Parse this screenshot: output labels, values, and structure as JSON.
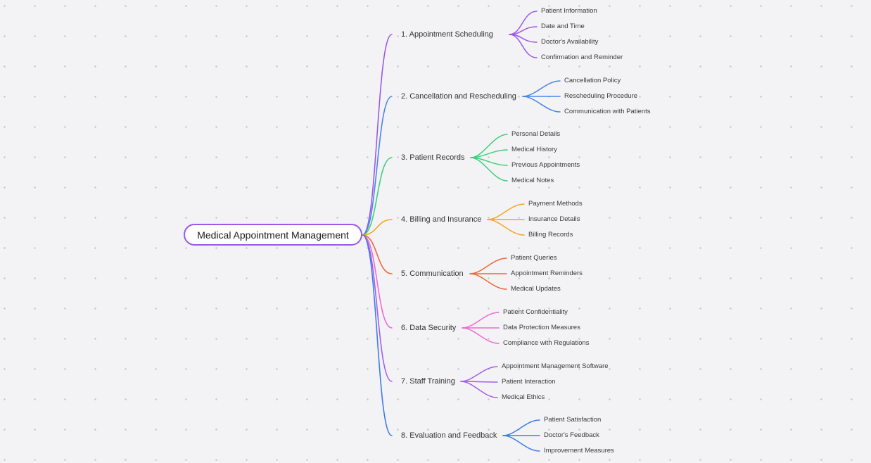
{
  "mindmap": {
    "root": "Medical Appointment Management",
    "branches": [
      {
        "label": "1. Appointment Scheduling",
        "color": "#9b59e6",
        "children": [
          "Patient Information",
          "Date and Time",
          "Doctor's Availability",
          "Confirmation and Reminder"
        ]
      },
      {
        "label": "2. Cancellation and Rescheduling",
        "color": "#4a86e8",
        "children": [
          "Cancellation Policy",
          "Rescheduling Procedure",
          "Communication with Patients"
        ]
      },
      {
        "label": "3. Patient Records",
        "color": "#3ecf78",
        "children": [
          "Personal Details",
          "Medical History",
          "Previous Appointments",
          "Medical Notes"
        ]
      },
      {
        "label": "4. Billing and Insurance",
        "color": "#f5a623",
        "children": [
          "Payment Methods",
          "Insurance Details",
          "Billing Records"
        ]
      },
      {
        "label": "5. Communication",
        "color": "#f2653a",
        "children": [
          "Patient Queries",
          "Appointment Reminders",
          "Medical Updates"
        ]
      },
      {
        "label": "6. Data Security",
        "color": "#f06ad2",
        "children": [
          "Patient Confidentiality",
          "Data Protection Measures",
          "Compliance with Regulations"
        ]
      },
      {
        "label": "7. Staff Training",
        "color": "#a35fe8",
        "children": [
          "Appointment Management Software",
          "Patient Interaction",
          "Medical Ethics"
        ]
      },
      {
        "label": "8. Evaluation and Feedback",
        "color": "#3d7de6",
        "children": [
          "Patient Satisfaction",
          "Doctor's Feedback",
          "Improvement Measures"
        ]
      }
    ]
  }
}
